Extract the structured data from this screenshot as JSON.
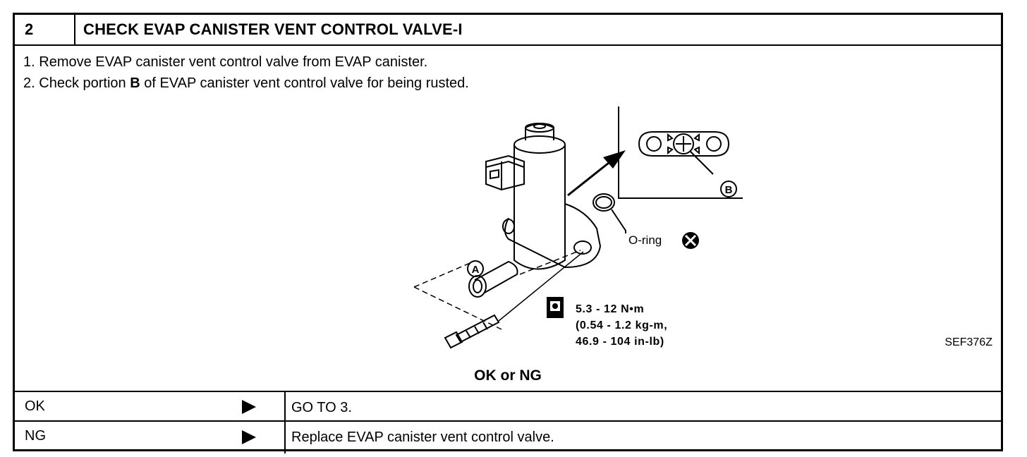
{
  "header": {
    "step_number": "2",
    "title": "CHECK EVAP CANISTER VENT CONTROL VALVE-I"
  },
  "instructions": [
    {
      "number": "1.",
      "text": "Remove EVAP canister vent control valve from EVAP canister."
    },
    {
      "number": "2.",
      "text_before": "Check portion ",
      "bold": "B",
      "text_after": " of EVAP canister vent control valve for being rusted."
    }
  ],
  "figure": {
    "label_a": "A",
    "label_b": "B",
    "oring_label": "O-ring",
    "torque_lines": [
      "5.3 - 12 N•m",
      "(0.54 - 1.2 kg-m,",
      "46.9 - 104 in-lb)"
    ],
    "code": "SEF376Z"
  },
  "result_title": "OK or NG",
  "results": [
    {
      "key": "OK",
      "action": "GO TO 3."
    },
    {
      "key": "NG",
      "action": "Replace EVAP canister vent control valve."
    }
  ]
}
